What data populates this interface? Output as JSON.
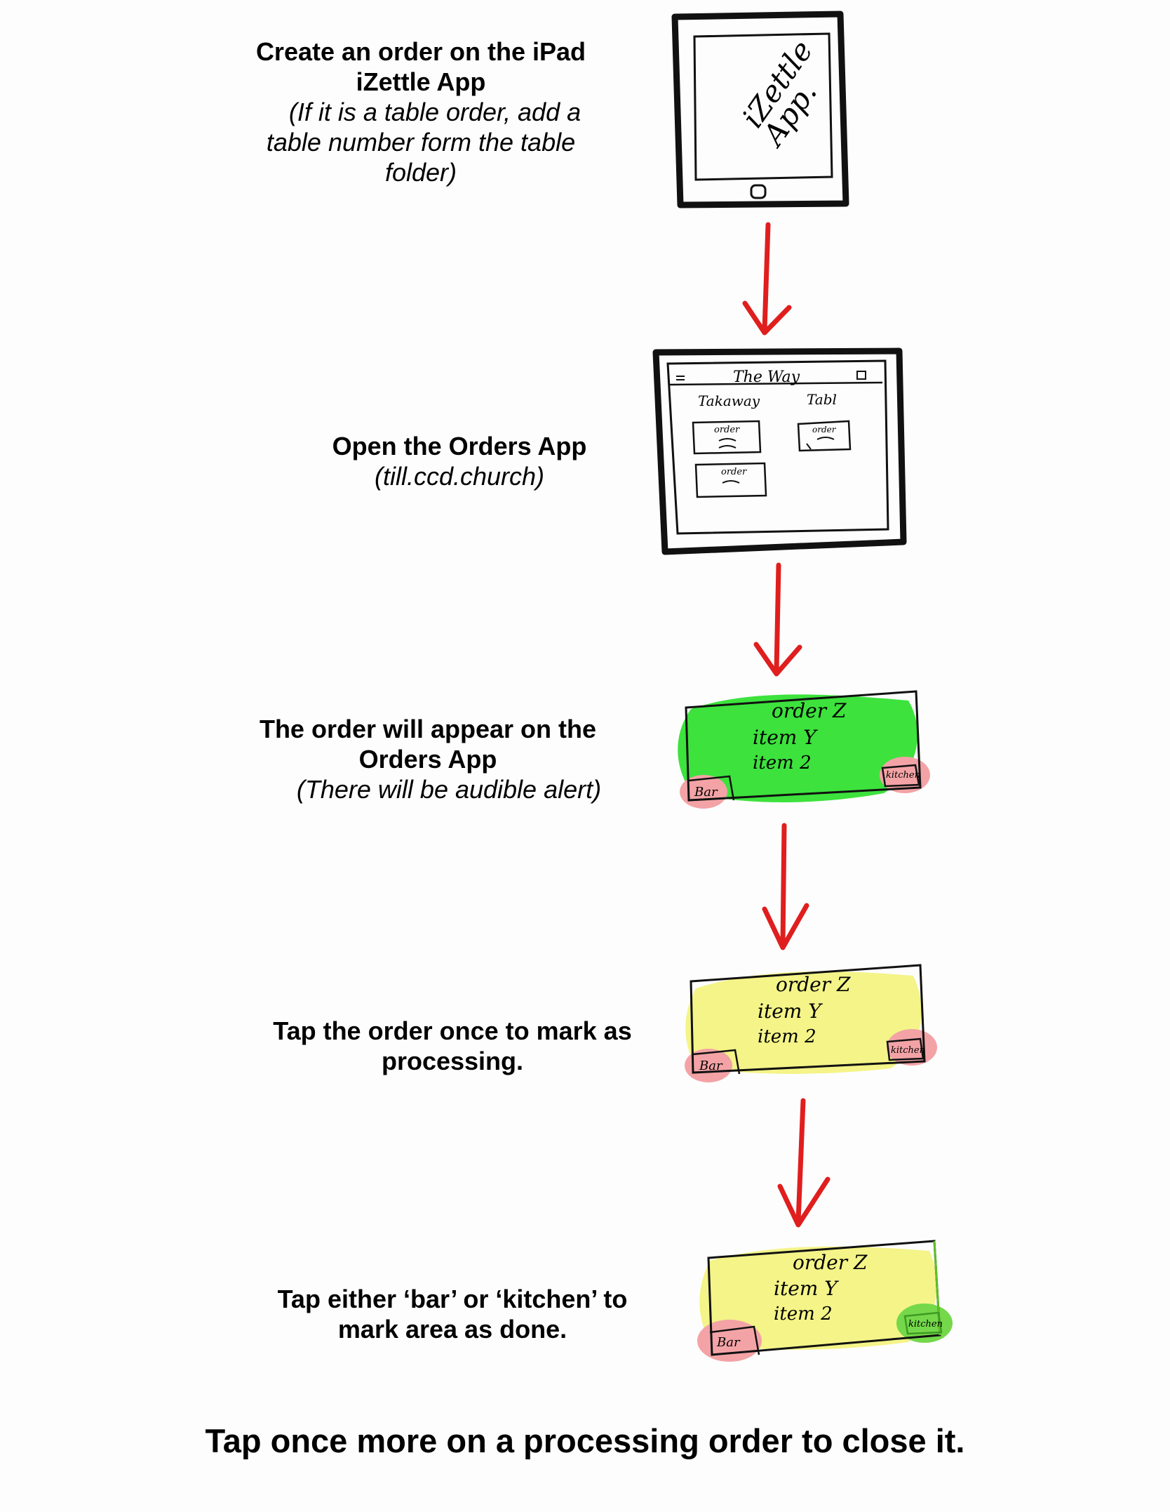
{
  "steps": [
    {
      "title_line1": "Create an order on the iPad",
      "title_line2": "iZettle App",
      "note_line1": "(If it is a table order, add a",
      "note_line2": "table number form the table",
      "note_line3": "folder)"
    },
    {
      "title_line1": "Open the Orders App",
      "note_line1": "(till.ccd.church)"
    },
    {
      "title_line1": "The order will appear on the",
      "title_line2": "Orders App",
      "note_line1": "(There will be audible alert)"
    },
    {
      "title_line1": "Tap the order once to mark as",
      "title_line2": "processing."
    },
    {
      "title_line1": "Tap either ‘bar’ or ‘kitchen’ to",
      "title_line2": "mark area as done."
    }
  ],
  "footer": "Tap once more on a processing order to close it.",
  "sketches": {
    "ipad_screen_text_1": "iZettle",
    "ipad_screen_text_2": "App.",
    "orders_app_header": "The Way",
    "orders_app_col_takeaway": "Takaway",
    "orders_app_col_table": "Tabl",
    "mini_order_label": "order",
    "card_order_title": "order Z",
    "card_item_1": "item Y",
    "card_item_2": "item 2",
    "card_bar_label": "Bar",
    "card_kitchen_label": "kitchen"
  },
  "colors": {
    "arrow": "#e01e1e",
    "new_order": "#3de23d",
    "processing": "#f4f488",
    "area_pending": "#f3a3a6",
    "area_done": "#74d84a"
  }
}
